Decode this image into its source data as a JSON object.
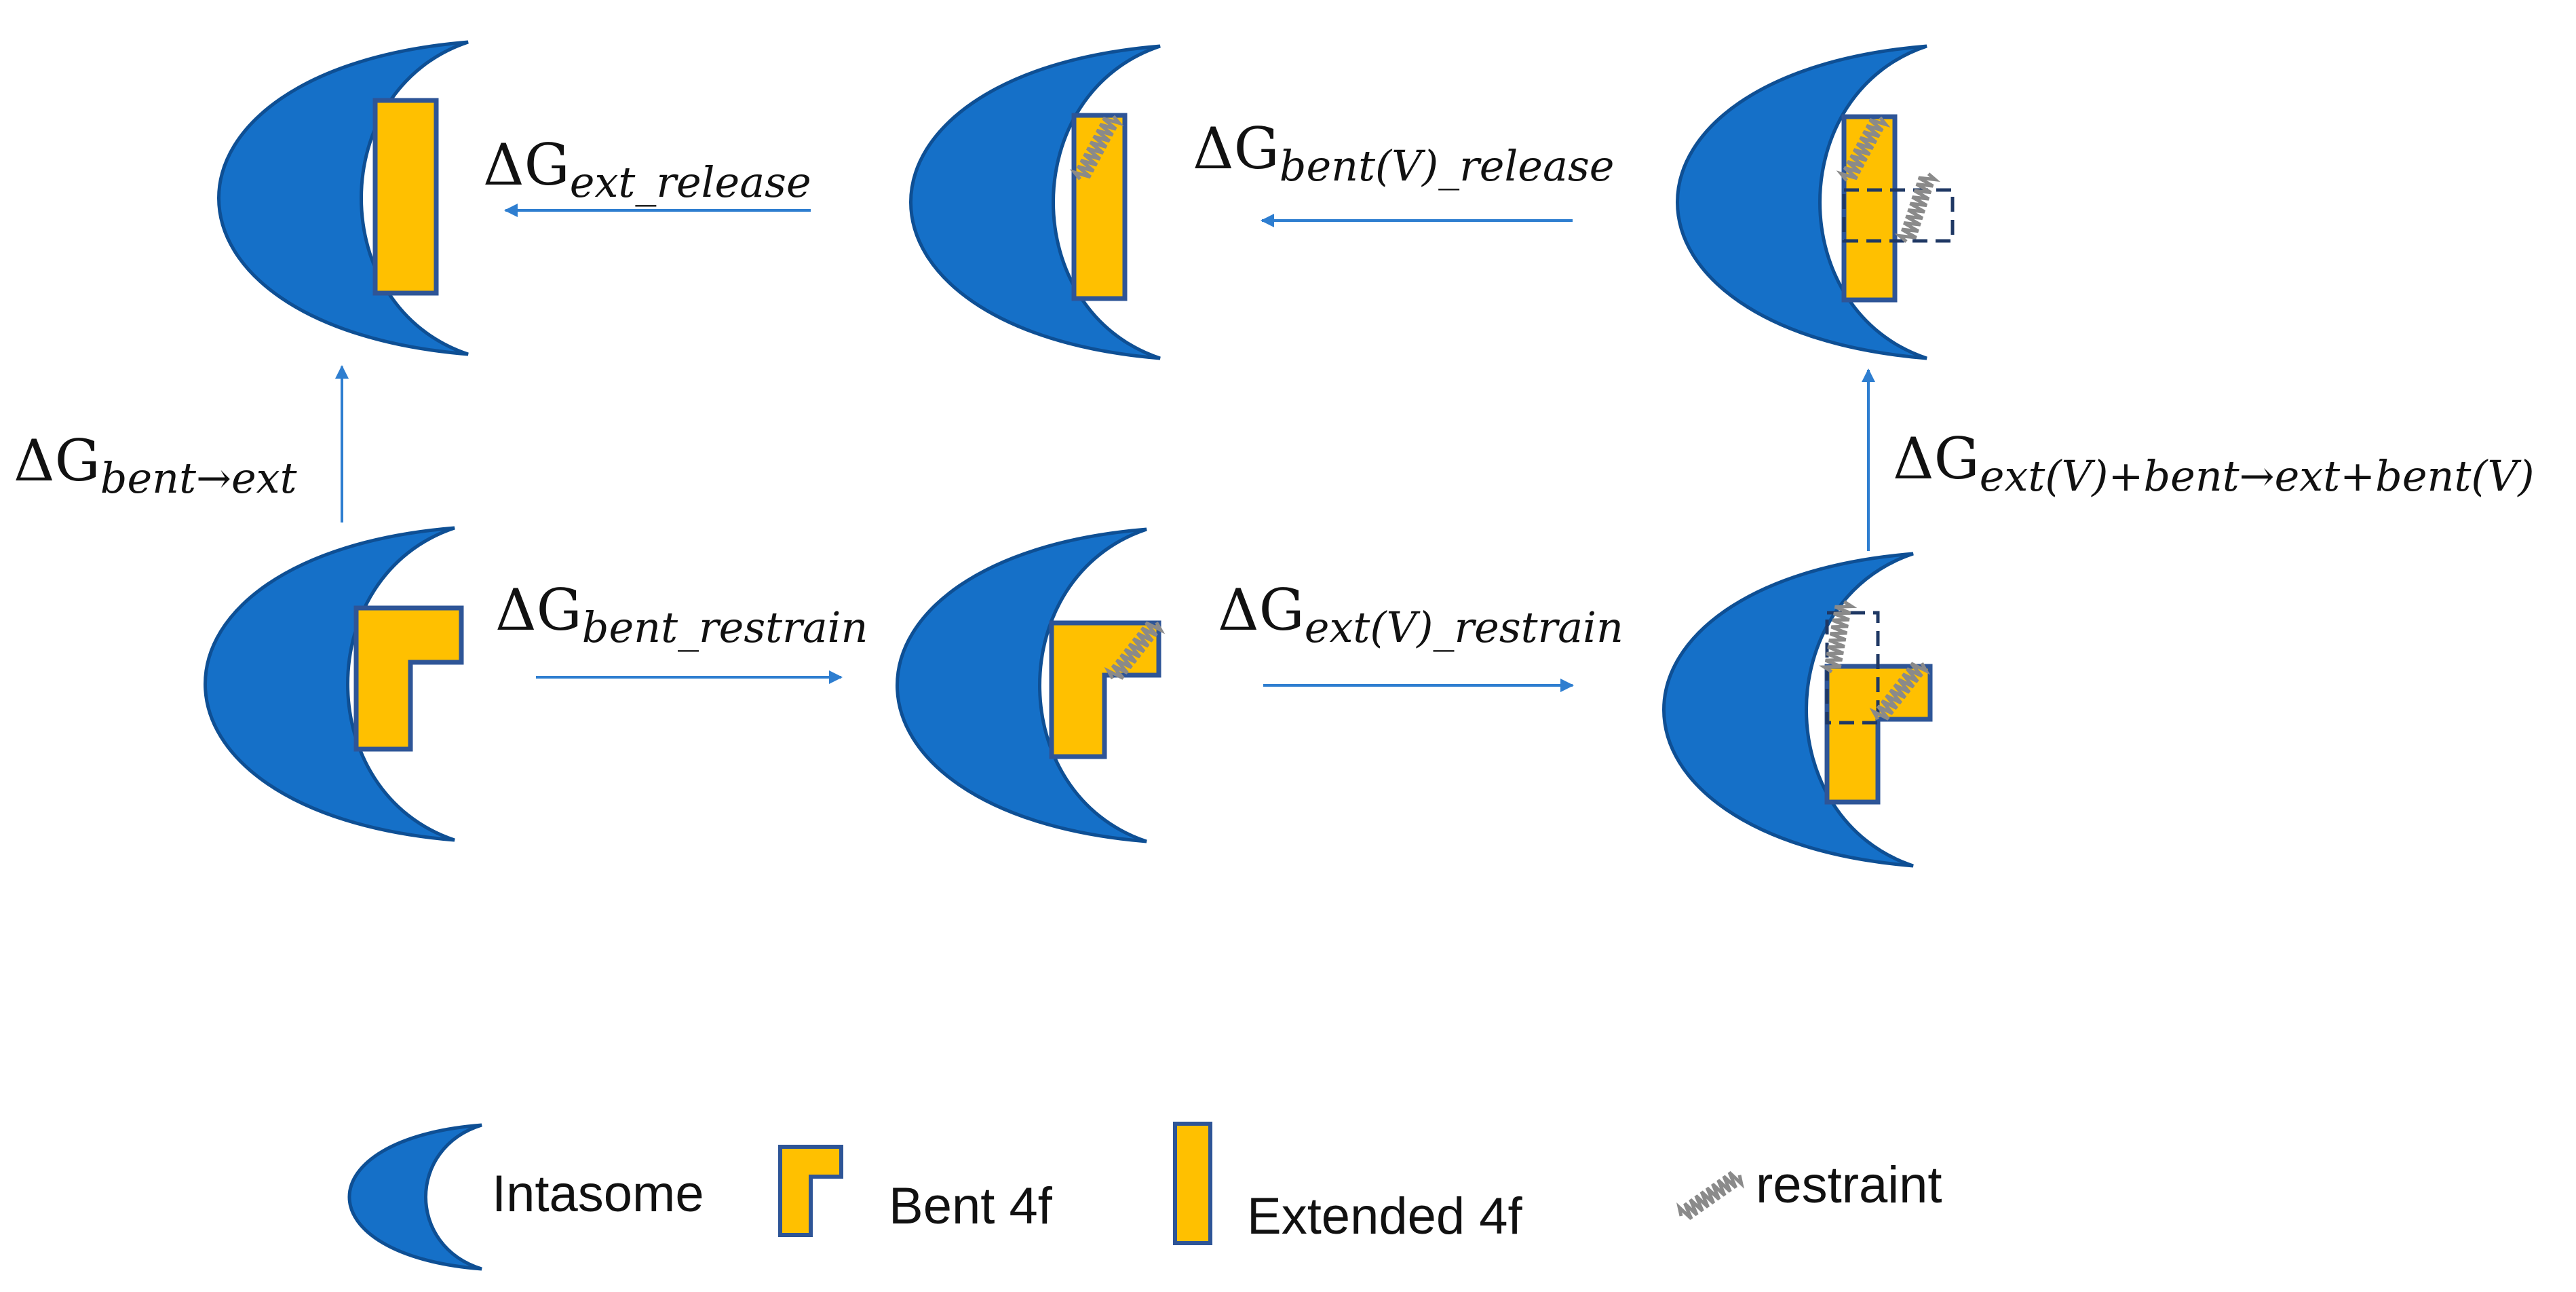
{
  "colors": {
    "intasome_fill": "#1570C8",
    "intasome_stroke": "#0E4F94",
    "ligand_fill": "#FFC000",
    "ligand_stroke": "#2E5597",
    "arrow": "#2E7ED0",
    "spring": "#8A8A8A",
    "dashed_box": "#1F3864"
  },
  "equations": {
    "ext_release": {
      "prefix": "ΔG",
      "subscript": "ext_release"
    },
    "bent_v_release": {
      "prefix": "ΔG",
      "subscript": "bent(V)_release"
    },
    "bent_to_ext": {
      "prefix": "ΔG",
      "subscript": "bent→ext"
    },
    "ext_v_bent_to_ext_bent_v": {
      "prefix": "ΔG",
      "subscript": "ext(V)+bent→ext+bent(V)"
    },
    "bent_restrain": {
      "prefix": "ΔG",
      "subscript": "bent_restrain"
    },
    "ext_v_restrain": {
      "prefix": "ΔG",
      "subscript": "ext(V)_restrain"
    }
  },
  "legend": {
    "intasome": {
      "label": "Intasome",
      "icon": "intasome-crescent-icon"
    },
    "bent": {
      "label": "Bent 4f",
      "icon": "bent-ligand-icon"
    },
    "extended": {
      "label": "Extended 4f",
      "icon": "extended-ligand-icon"
    },
    "restraint": {
      "label": "restraint",
      "icon": "spring-restraint-icon"
    }
  }
}
